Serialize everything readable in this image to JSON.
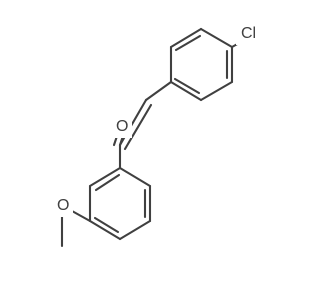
{
  "molecule": {
    "atoms": {
      "chlorine": "Cl",
      "carbonyl_oxygen": "O",
      "methoxy_oxygen": "O"
    },
    "colors": {
      "bond": "#404040",
      "label": "#404040",
      "background": "#ffffff"
    }
  }
}
